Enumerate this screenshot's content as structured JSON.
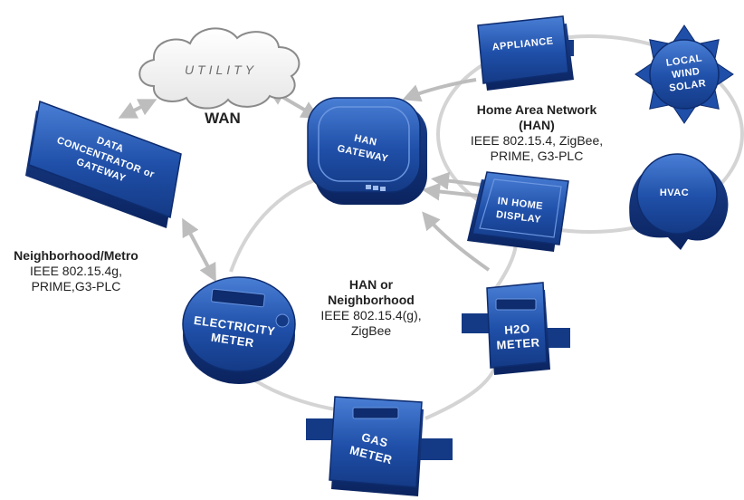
{
  "cloud": {
    "label": "UTILITY"
  },
  "nodes": {
    "data_concentrator": [
      "DATA",
      "CONCENTRATOR or",
      "GATEWAY"
    ],
    "han_gateway": [
      "HAN",
      "GATEWAY"
    ],
    "appliance": [
      "APPLIANCE"
    ],
    "local_wind_solar": [
      "LOCAL",
      "WIND",
      "SOLAR"
    ],
    "hvac": [
      "HVAC"
    ],
    "in_home_display": [
      "IN HOME",
      "DISPLAY"
    ],
    "electricity_meter": [
      "ELECTRICITY",
      "METER"
    ],
    "h2o_meter": [
      "H2O",
      "METER"
    ],
    "gas_meter": [
      "GAS",
      "METER"
    ]
  },
  "labels": {
    "wan": "WAN",
    "han": {
      "head1": "Home Area Network",
      "head2": "(HAN)",
      "line1": "IEEE 802.15.4, ZigBee,",
      "line2": "PRIME, G3-PLC"
    },
    "neighborhood_metro": {
      "head": "Neighborhood/Metro",
      "line1": "IEEE 802.15.4g,",
      "line2": "PRIME,G3-PLC"
    },
    "han_neighborhood": {
      "head1": "HAN or",
      "head2": "Neighborhood",
      "line1": "IEEE 802.15.4(g),",
      "line2": "ZigBee"
    }
  },
  "colors": {
    "device_blue": "#1f4fa8",
    "device_dark": "#0e2c6e",
    "device_light": "#4a7fd6",
    "ring": "#d4d4d4",
    "arrow": "#bdbdbd"
  }
}
